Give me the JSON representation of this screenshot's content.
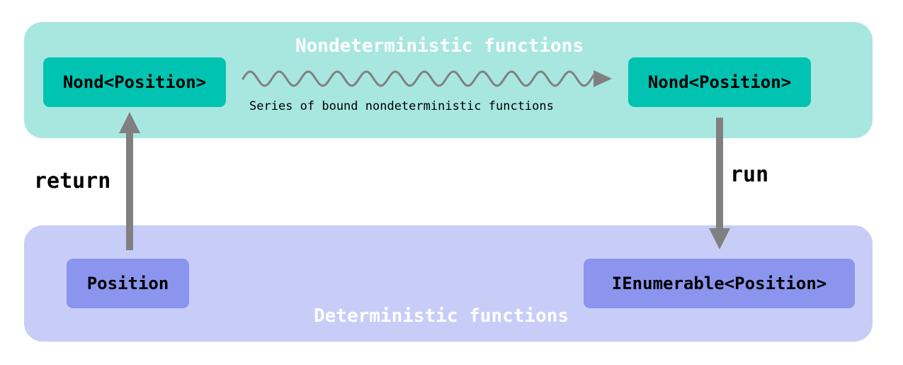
{
  "regions": {
    "nondeterministic": {
      "title": "Nondeterministic functions"
    },
    "deterministic": {
      "title": "Deterministic functions"
    }
  },
  "nodes": {
    "nond_start": {
      "label": "Nond<Position>"
    },
    "nond_end": {
      "label": "Nond<Position>"
    },
    "position": {
      "label": "Position"
    },
    "ienumerable": {
      "label": "IEnumerable<Position>"
    }
  },
  "edges": {
    "return": {
      "label": "return"
    },
    "run": {
      "label": "run"
    },
    "bind_series": {
      "caption": "Series of bound nondeterministic functions"
    }
  },
  "colors": {
    "nondet_region": "#a8e7e0",
    "nondet_box": "#00c3b1",
    "det_region": "#c8cdf8",
    "det_box": "#8b95ee",
    "arrow": "#808080",
    "region_title": "#ffffff"
  }
}
